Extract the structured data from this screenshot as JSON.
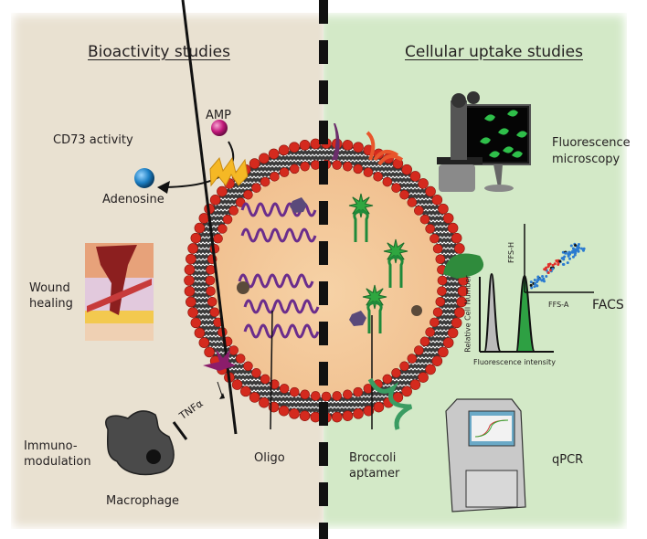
{
  "left_panel": {
    "title": "Bioactivity studies",
    "labels": {
      "amp": "AMP",
      "cd73": "CD73 activity",
      "adenosine": "Adenosine",
      "wound_1": "Wound",
      "wound_2": "healing",
      "immuno_1": "Immuno-",
      "immuno_2": "modulation",
      "macrophage": "Macrophage",
      "tnfa": "TNFα",
      "oligo": "Oligo"
    }
  },
  "right_panel": {
    "title": "Cellular uptake studies",
    "labels": {
      "fluor_1": "Fluorescence",
      "fluor_2": "microscopy",
      "facs": "FACS",
      "ffs_h": "FFS-H",
      "ffs_a": "FFS-A",
      "rel_cell": "Relative Cell Number",
      "fluor_int": "Fluorescence intensity",
      "qpcr": "qPCR",
      "broccoli_1": "Broccoli",
      "broccoli_2": "aptamer"
    }
  },
  "colors": {
    "left_bg": "#e9e1d1",
    "right_bg": "#d3e9c7",
    "membrane_head": "#d42a1e",
    "amp": "#c2187a",
    "adenosine": "#1c7fc4",
    "oligo": "#6b2d8c",
    "aptamer": "#1f8a3a"
  }
}
